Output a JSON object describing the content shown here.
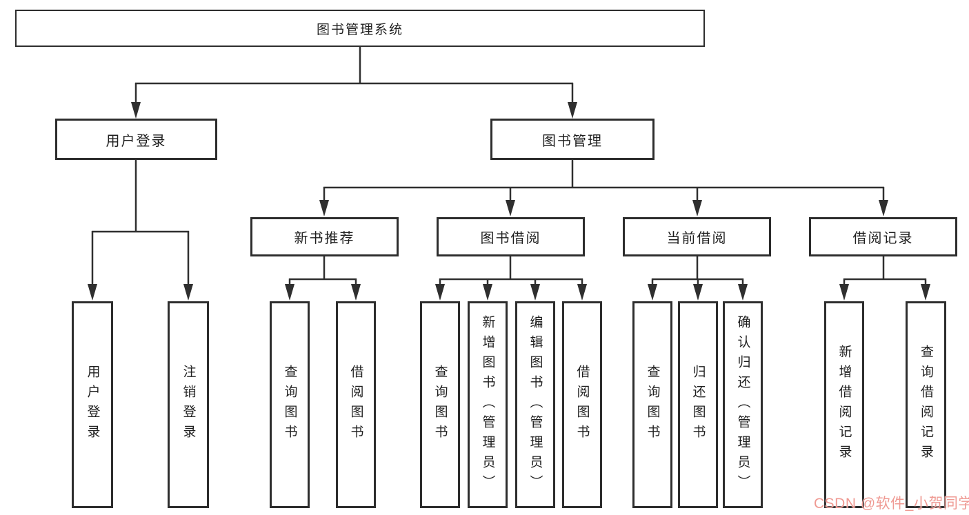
{
  "tree": {
    "label": "图书管理系统",
    "children": [
      {
        "label": "用户登录",
        "children": [
          {
            "label": "用户登录"
          },
          {
            "label": "注销登录"
          }
        ]
      },
      {
        "label": "图书管理",
        "children": [
          {
            "label": "新书推荐",
            "children": [
              {
                "label": "查询图书"
              },
              {
                "label": "借阅图书"
              }
            ]
          },
          {
            "label": "图书借阅",
            "children": [
              {
                "label": "查询图书"
              },
              {
                "label": "新增图书（管理员）"
              },
              {
                "label": "编辑图书（管理员）"
              },
              {
                "label": "借阅图书"
              }
            ]
          },
          {
            "label": "当前借阅",
            "children": [
              {
                "label": "查询图书"
              },
              {
                "label": "归还图书"
              },
              {
                "label": "确认归还（管理员）"
              }
            ]
          },
          {
            "label": "借阅记录",
            "children": [
              {
                "label": "新增借阅记录"
              },
              {
                "label": "查询借阅记录"
              }
            ]
          }
        ]
      }
    ]
  },
  "watermark": {
    "text": "CSDN @软件_小贺同学",
    "color": "#ef9a93"
  },
  "colors": {
    "line": "#2f2f2f",
    "box_border": "#2d2d2d",
    "text": "#1f1f1f",
    "background": "#ffffff"
  }
}
